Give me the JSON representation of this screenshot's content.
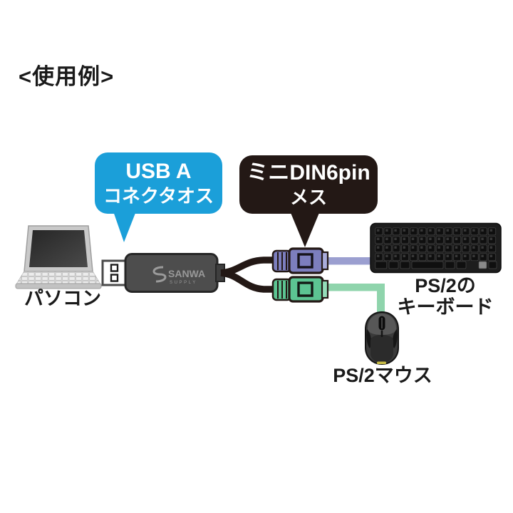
{
  "title": "<使用例>",
  "callouts": {
    "usb_a": {
      "line1": "USB A",
      "line2": "コネクタオス",
      "bg": "#1B9FD9",
      "text_color": "#ffffff"
    },
    "mini_din": {
      "line1": "ミニDIN6pin",
      "line2": "メス",
      "bg": "#231815",
      "text_color": "#ffffff"
    }
  },
  "devices": {
    "pc_label": "パソコン",
    "keyboard_label_line1": "PS/2の",
    "keyboard_label_line2": "キーボード",
    "mouse_label": "PS/2マウス"
  },
  "adapter": {
    "brand": "SANWA",
    "brand_sub": "SUPPLY"
  },
  "colors": {
    "cable": "#231815",
    "adapter_body": "#4D4D4D",
    "keyboard_connector": "#7C7EBE",
    "keyboard_connector_tip": "#A9ACDB",
    "keyboard_cable": "#9B9FD0",
    "mouse_connector": "#5CC492",
    "mouse_connector_tip": "#93DDB9",
    "mouse_cable": "#8FD4AC"
  }
}
